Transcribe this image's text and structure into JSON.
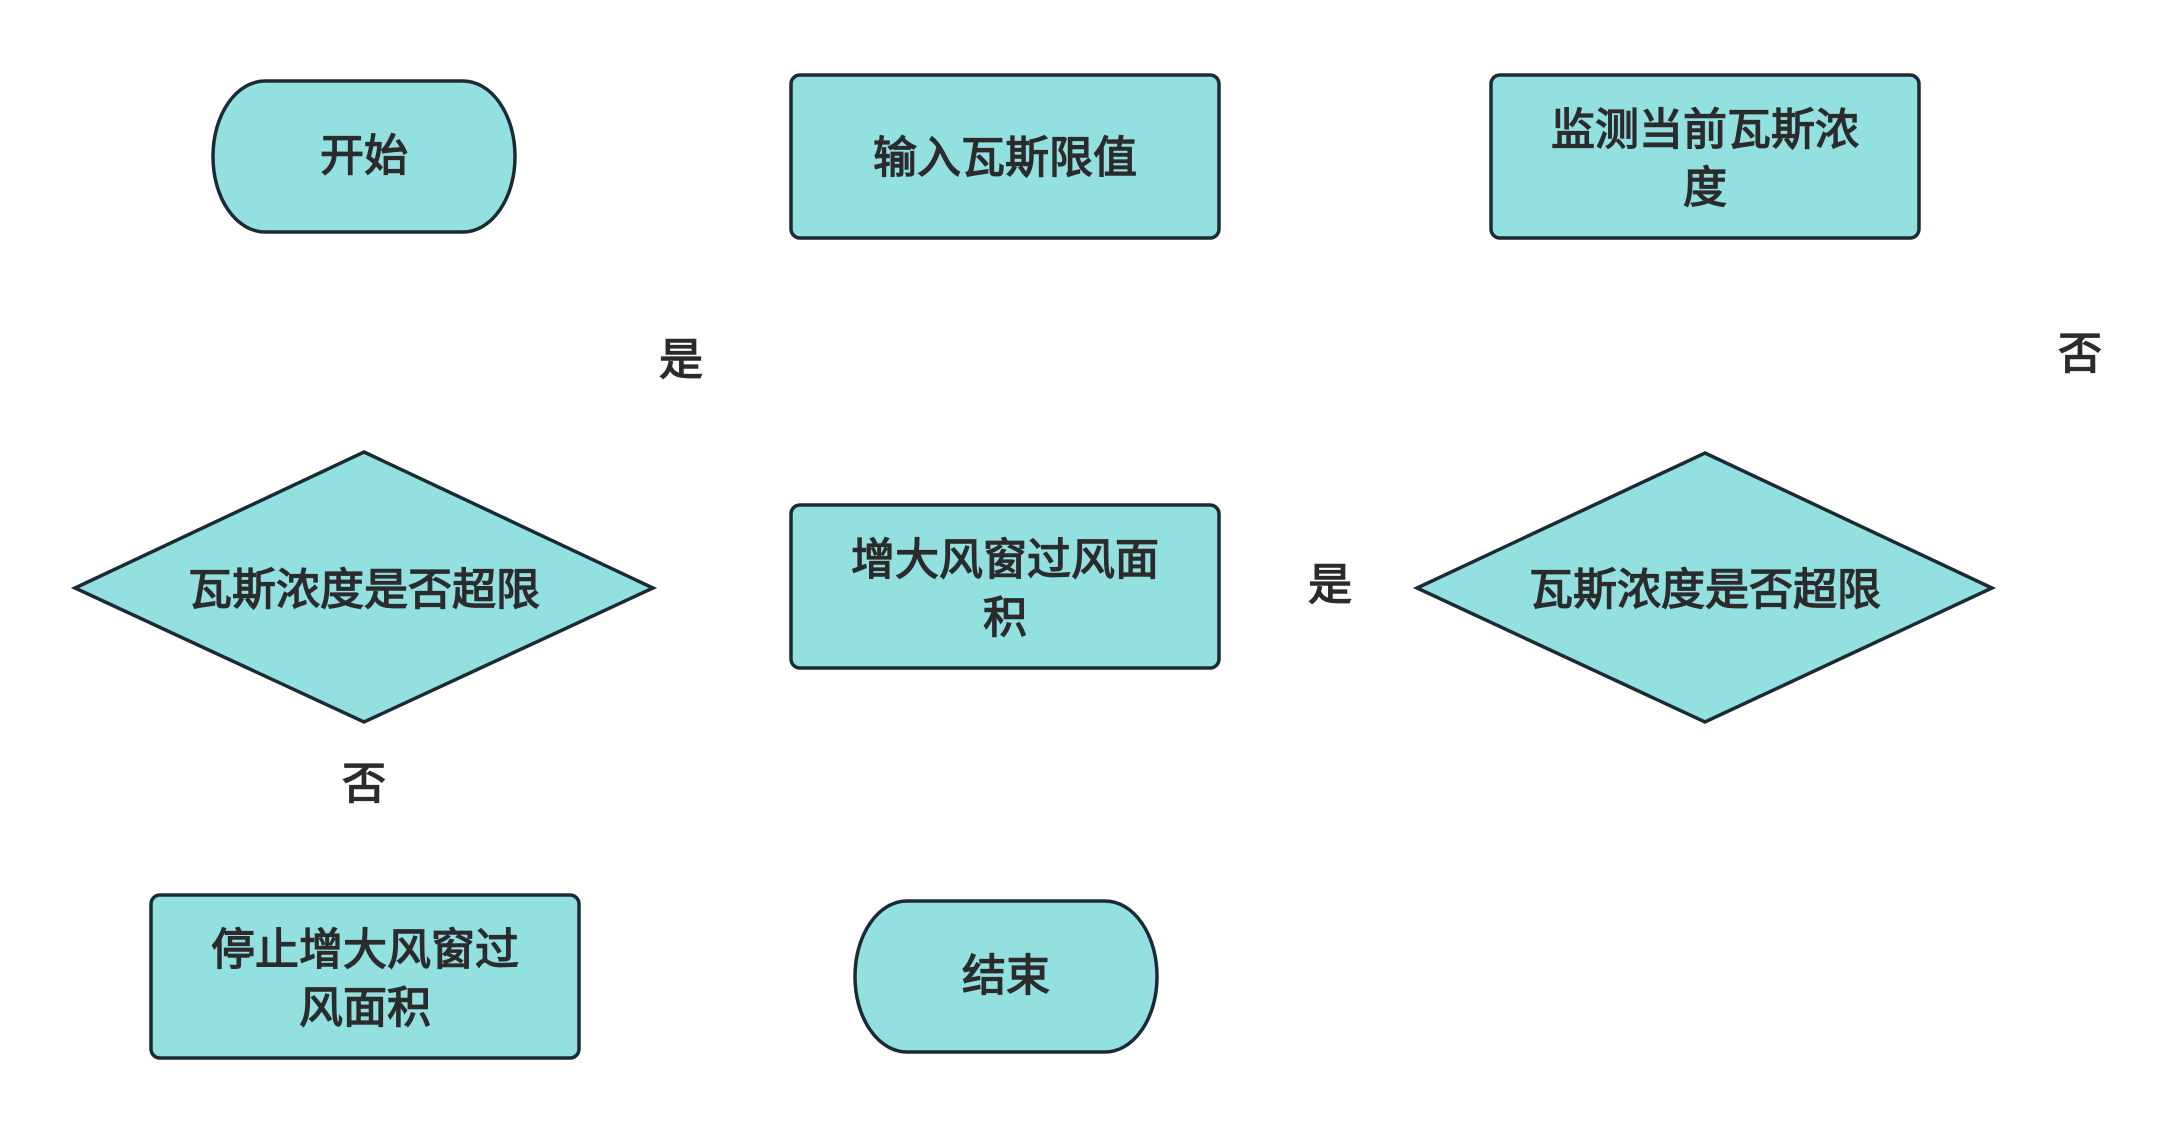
{
  "nodes": {
    "start": "开始",
    "input": "输入瓦斯限值",
    "monitor": "监测当前瓦斯浓度",
    "decision_left": "瓦斯浓度是否超限",
    "increase": "增大风窗过风面积",
    "decision_right": "瓦斯浓度是否超限",
    "stop": "停止增大风窗过风面积",
    "end": "结束"
  },
  "edge_labels": {
    "yes_upper": "是",
    "no_right": "否",
    "no_left": "否",
    "yes_middle": "是"
  },
  "colors": {
    "node_fill": "#93e0e0",
    "node_stroke": "#1c2b33",
    "text": "#2b2b2b",
    "background": "#ffffff"
  }
}
